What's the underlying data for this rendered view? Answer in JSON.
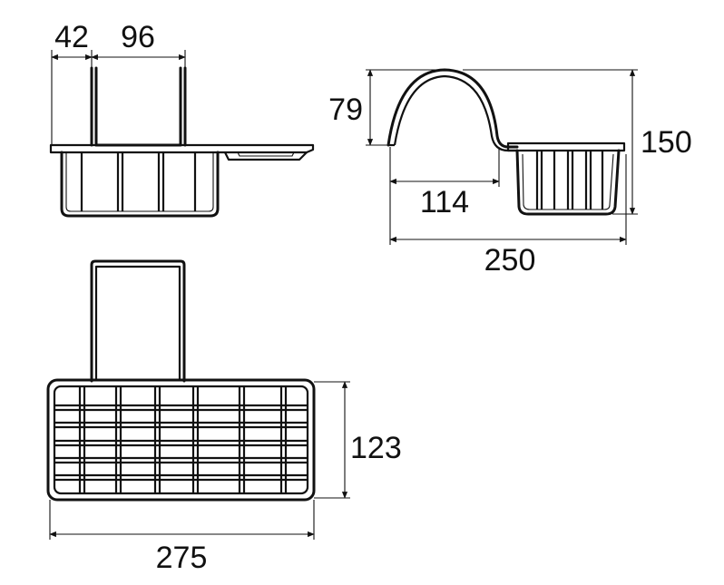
{
  "dimensions": {
    "front_left_offset": "42",
    "front_handle_width": "96",
    "side_hook_height": "79",
    "side_total_height": "150",
    "side_hook_span": "114",
    "side_total_depth": "250",
    "top_depth": "123",
    "top_total_width": "275"
  },
  "colors": {
    "line": "#111111",
    "background": "#ffffff"
  }
}
